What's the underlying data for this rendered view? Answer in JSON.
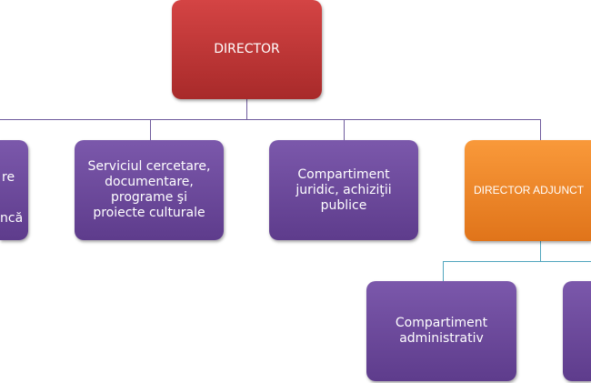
{
  "director": "DIRECTOR",
  "left_partial": {
    "line1": "re",
    "line3": "ncă"
  },
  "serviciu": "Serviciul cercetare, documentare, programe şi proiecte culturale",
  "juridic": "Compartiment juridic, achiziţii publice",
  "adjunct": "DIRECTOR  ADJUNCT",
  "administrativ": "Compartiment administrativ",
  "colors": {
    "director": "#c33a3a",
    "department": "#6f4d9e",
    "adjunct": "#f28a2a",
    "line_purple": "#6e5a9c",
    "line_teal": "#4fa5bd"
  }
}
